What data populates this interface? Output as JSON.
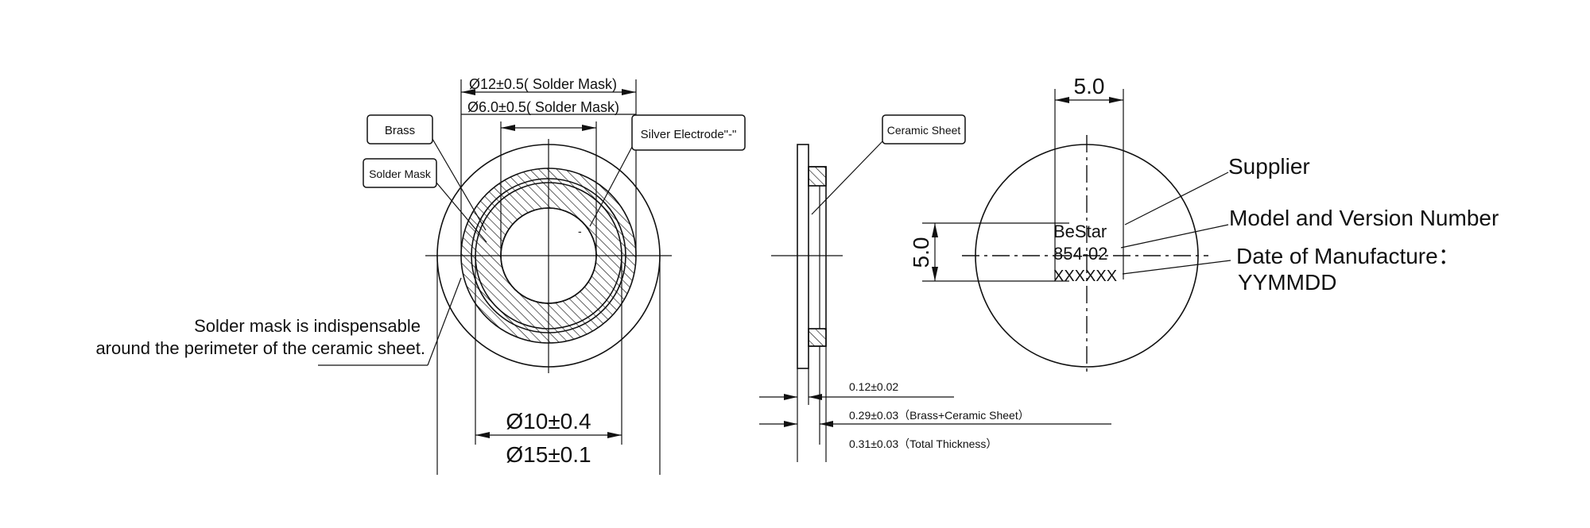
{
  "top_view": {
    "dim_solder_mask_outer": "Ø12±0.5( Solder Mask)",
    "dim_solder_mask_inner": "Ø6.0±0.5( Solder Mask)",
    "label_brass": "Brass",
    "label_solder_mask": "Solder Mask",
    "label_silver_electrode": "Silver Electrode\"-\"",
    "electrode_sign": "-",
    "note_line1": "Solder mask is indispensable",
    "note_line2": "around the perimeter of the ceramic sheet.",
    "dim_ceramic": "Ø10±0.4",
    "dim_brass": "Ø15±0.1"
  },
  "side_view": {
    "label_ceramic_sheet": "Ceramic Sheet",
    "dim_brass_thickness": "0.12±0.02",
    "dim_brass_ceramic": "0.29±0.03（Brass+Ceramic Sheet）",
    "dim_total": "0.31±0.03（Total Thickness）"
  },
  "marking_view": {
    "dim_width": "5.0",
    "dim_height": "5.0",
    "mark_line1": "BeStar",
    "mark_line2": "854-02",
    "mark_line3": "XXXXXX",
    "label_supplier": "Supplier",
    "label_model": "Model and Version Number",
    "label_date_line1": "Date of Manufacture：",
    "label_date_line2": "YYMMDD"
  }
}
